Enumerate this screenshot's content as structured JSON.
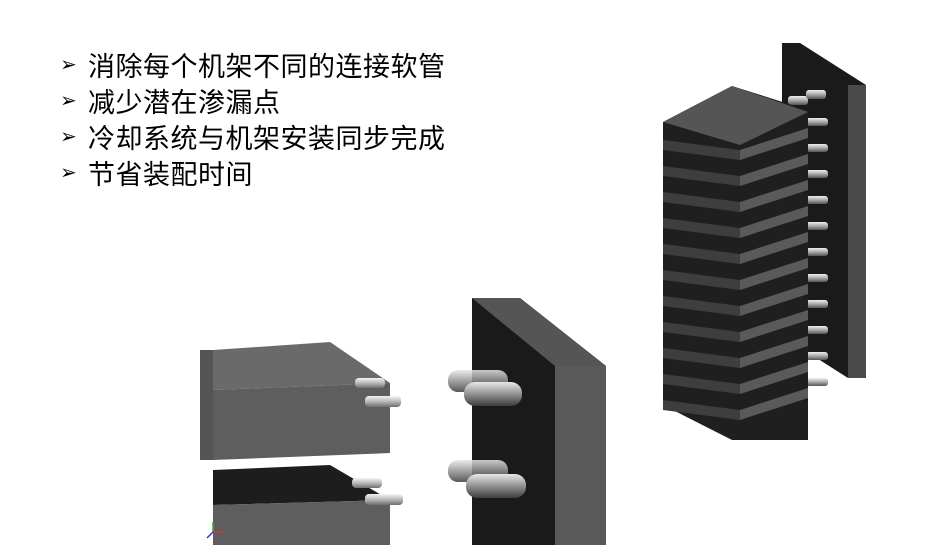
{
  "bullets": [
    {
      "marker": "➢",
      "text": "消除每个机架不同的连接软管"
    },
    {
      "marker": "➢",
      "text": "减少潜在渗漏点"
    },
    {
      "marker": "➢",
      "text": "冷却系统与机架安装同步完成"
    },
    {
      "marker": "➢",
      "text": "节省装配时间"
    }
  ],
  "colors": {
    "background": "#ffffff",
    "text": "#000000",
    "block_light": "#606060",
    "block_dark": "#1e1e1e"
  },
  "illustrations": {
    "left": "connector-closeup-illustration",
    "right": "rack-cooling-manifold-illustration"
  }
}
